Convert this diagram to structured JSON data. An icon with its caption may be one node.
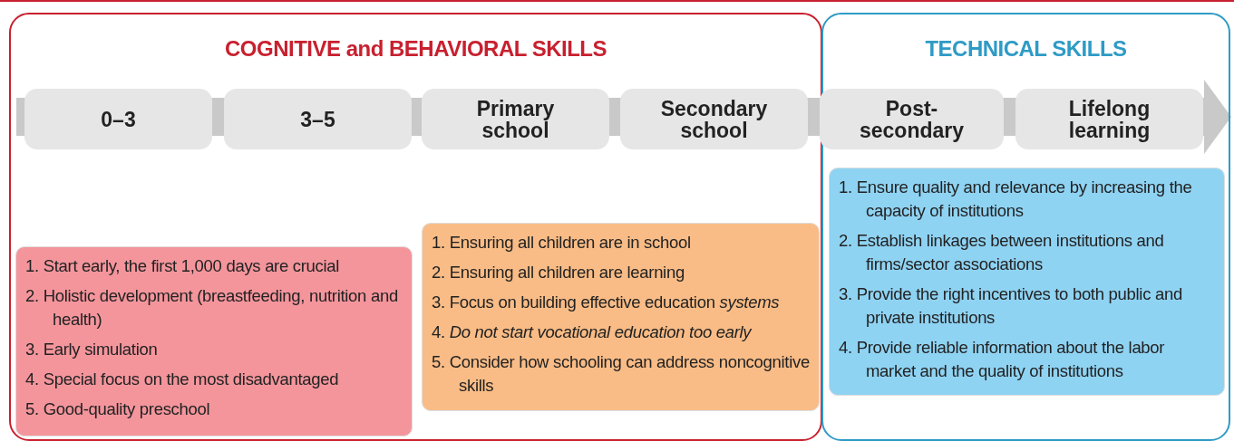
{
  "diagram": {
    "nodes": [
      {
        "text": [
          "COGNITIVE and BEHAVIORAL SKILLS"
        ]
      },
      {
        "text": [
          "TECHNICAL SKILLS"
        ]
      },
      {
        "text": [
          "0–3"
        ],
        "in": 0
      },
      {
        "text": [
          "3–5"
        ],
        "in": 0
      },
      {
        "text": [
          "Primary school"
        ],
        "in": 0
      },
      {
        "text": [
          "Secondary school"
        ],
        "in": 0
      },
      {
        "text": [
          "Post- secondary"
        ],
        "in": 1
      },
      {
        "text": [
          "Lifelong learning"
        ],
        "in": 1
      },
      {
        "text": [
          "1. Start early, the first 1,000 days are crucial",
          "2. Holistic development (breastfeeding, nutrition and health)",
          "3. Early simulation",
          "4. Special focus on the most disadvantaged",
          "5. Good-quality preschool"
        ],
        "in": 0
      },
      {
        "text": [
          "1. Ensuring all children are in school",
          "2. Ensuring all children are learning",
          "3. Focus on building effective education *systems*",
          "4. *Do not start vocational education too early*",
          "5. Consider how schooling can address noncognitive skills"
        ],
        "in": 0
      },
      {
        "text": [
          "1. Ensure quality and relevance by increasing the capacity of institutions",
          "2. Establish linkages between institutions and firms/sector associations",
          "3. Provide the right incentives to both public and private institutions",
          "4. Provide reliable information about the labor market and the quality of institutions"
        ],
        "in": 1
      }
    ],
    "edges": []
  }
}
